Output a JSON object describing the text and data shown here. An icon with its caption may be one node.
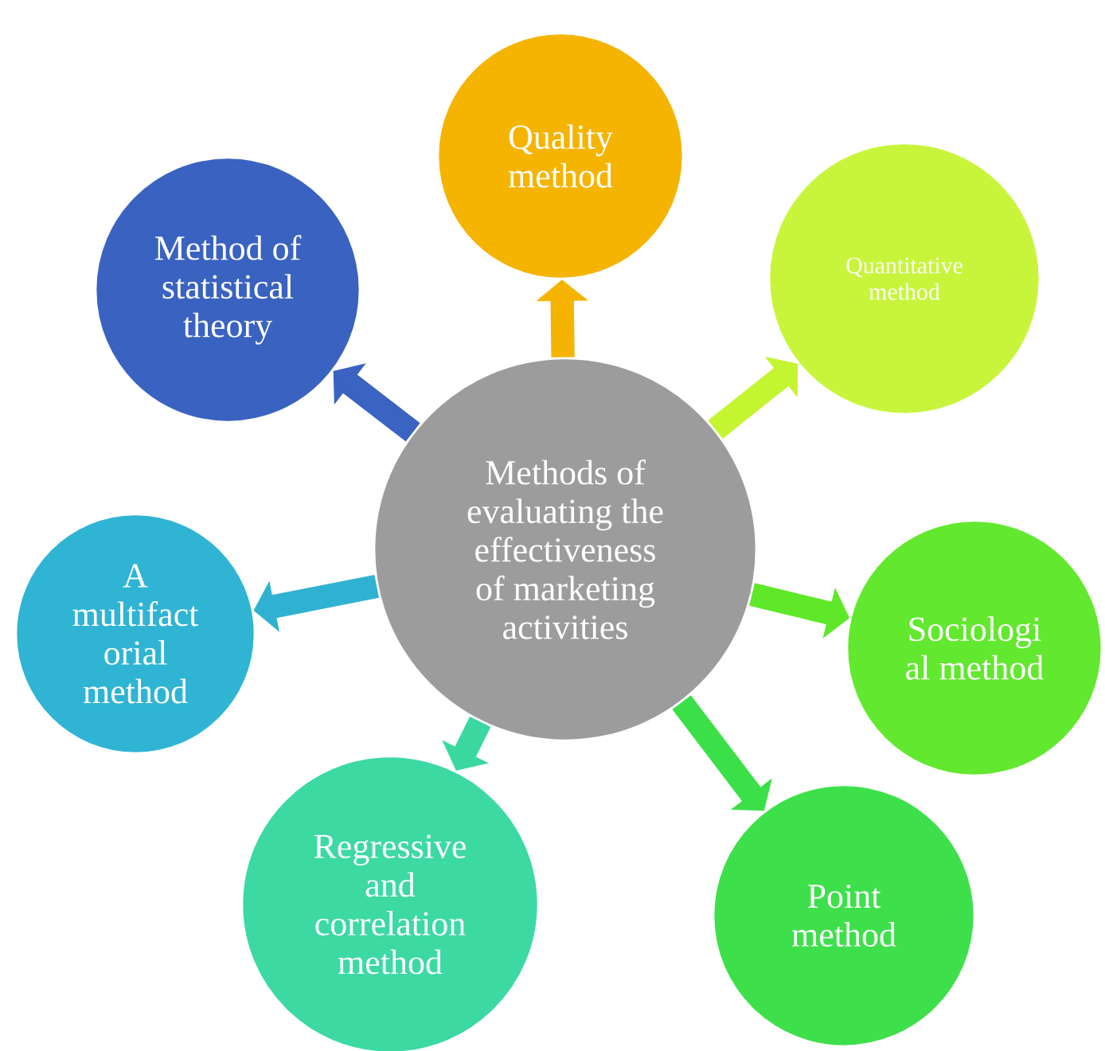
{
  "diagram": {
    "nodes": [
      {
        "text": [
          "Methods of evaluating the effectiveness of marketing activities"
        ]
      },
      {
        "text": [
          "Quality method"
        ]
      },
      {
        "text": [
          "Quantitative method"
        ]
      },
      {
        "text": [
          "Sociologi al method"
        ]
      },
      {
        "text": [
          "Point method"
        ]
      },
      {
        "text": [
          "Regressive and correlation method"
        ]
      },
      {
        "text": [
          "A multifact orial method"
        ]
      },
      {
        "text": [
          "Method of statistical theory"
        ]
      }
    ],
    "edges": [
      {
        "from": 0,
        "to": 1,
        "arrow": "to",
        "color": "#f5b400"
      },
      {
        "from": 0,
        "to": 2,
        "arrow": "to",
        "color": "#c4f530"
      },
      {
        "from": 0,
        "to": 3,
        "arrow": "to",
        "color": "#5fe82a"
      },
      {
        "from": 0,
        "to": 4,
        "arrow": "to",
        "color": "#3bdf48"
      },
      {
        "from": 0,
        "to": 5,
        "arrow": "to",
        "color": "#3ad8a0"
      },
      {
        "from": 0,
        "to": 6,
        "arrow": "to",
        "color": "#2fb2d2"
      },
      {
        "from": 0,
        "to": 7,
        "arrow": "to",
        "color": "#3a63c2"
      }
    ]
  }
}
